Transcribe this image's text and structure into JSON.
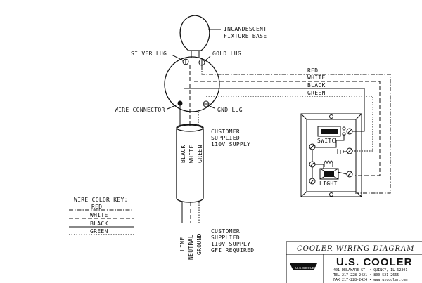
{
  "diagram": {
    "title": "COOLER WIRING DIAGRAM",
    "fixture": {
      "label_line1": "INCANDESCENT",
      "label_line2": "FIXTURE BASE",
      "silver_lug": "SILVER LUG",
      "gold_lug": "GOLD LUG",
      "wire_connector": "WIRE CONNECTOR",
      "gnd_lug": "GND LUG"
    },
    "wires_right": [
      "RED",
      "WHITE",
      "BLACK",
      "GREEN"
    ],
    "cable_colors": [
      "BLACK",
      "WHITE",
      "GREEN"
    ],
    "supply_cable": {
      "line1": "CUSTOMER",
      "line2": "SUPPLIED",
      "line3": "110V SUPPLY"
    },
    "supply_gfi": {
      "line1": "CUSTOMER",
      "line2": "SUPPLIED",
      "line3": "110V SUPPLY",
      "line4": "GFI REQUIRED"
    },
    "conductors": [
      "LINE",
      "NEUTRAL",
      "GROUND"
    ],
    "switch_label": "SWITCH",
    "light_label": "LIGHT",
    "key": {
      "title": "WIRE COLOR KEY:",
      "items": [
        "RED",
        "WHITE",
        "BLACK",
        "GREEN"
      ]
    },
    "company": {
      "name": "U.S. COOLER",
      "logo_text": "U.S.COOLER",
      "address": "401 DELAWARE ST. • QUINCY, IL 62301",
      "phone": "TEL 217-228-2421 • 800-521-2665",
      "fax": "FAX 217-228-2424 • www.uscooler.com"
    }
  }
}
